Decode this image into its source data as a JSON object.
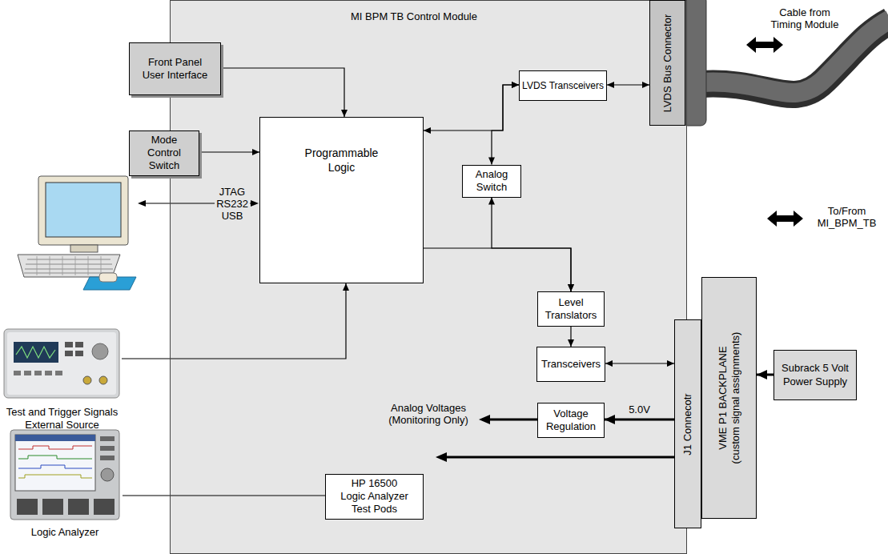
{
  "diagram": {
    "nodes": [
      {
        "text": [
          "MI BPM TB Control Module"
        ]
      },
      {
        "text": [
          "Front Panel User Interface"
        ],
        "in": 0
      },
      {
        "text": [
          "Mode Control Switch"
        ],
        "in": 0
      },
      {
        "text": [
          "Programmable Logic"
        ],
        "in": 0
      },
      {
        "text": [
          "LVDS Transceivers"
        ],
        "in": 0
      },
      {
        "text": [
          "Analog Switch"
        ],
        "in": 0
      },
      {
        "text": [
          "Level Translators"
        ],
        "in": 0
      },
      {
        "text": [
          "Transceivers"
        ],
        "in": 0
      },
      {
        "text": [
          "Voltage Regulation"
        ],
        "in": 0
      },
      {
        "text": [
          "HP 16500 Logic Analyzer Test Pods"
        ],
        "in": 0
      },
      {
        "text": [
          "LVDS Bus Connector"
        ]
      },
      {
        "text": [
          "J1 Connecotr"
        ]
      },
      {
        "text": [
          "VME P1 BACKPLANE (custom signal assignments)"
        ]
      },
      {
        "text": [
          "Subrack 5 Volt Power Supply"
        ]
      },
      {
        "text": [
          "Test and Trigger Signals External Source"
        ]
      },
      {
        "text": [
          "Logic Analyzer"
        ]
      }
    ],
    "edges": [
      {
        "from": 1,
        "to": 3,
        "arrow": "to"
      },
      {
        "from": 2,
        "to": 3,
        "arrow": "to"
      },
      {
        "from": 14,
        "to": 3,
        "arrow": "to"
      },
      {
        "from": 3,
        "to": 4,
        "arrow": "both"
      },
      {
        "from": 5,
        "to": 4,
        "arrow": "both"
      },
      {
        "from": 3,
        "to": 6,
        "arrow": "to"
      },
      {
        "from": 5,
        "to": 6,
        "arrow": "both"
      },
      {
        "from": 4,
        "to": 10,
        "arrow": "both"
      },
      {
        "from": 6,
        "to": 7,
        "arrow": "to"
      },
      {
        "from": 7,
        "to": 11,
        "arrow": "both"
      },
      {
        "from": 11,
        "to": 8,
        "label": "5.0V",
        "arrow": "to"
      },
      {
        "from": 13,
        "to": 12,
        "arrow": "to"
      },
      {
        "from": 15,
        "to": 9,
        "arrow": "none"
      }
    ],
    "labels": [
      "JTAG",
      "RS232",
      "USB",
      "Analog Voltages (Monitoring Only)",
      "Cable from Timing Module",
      "To/From MI_BPM_TB"
    ]
  }
}
